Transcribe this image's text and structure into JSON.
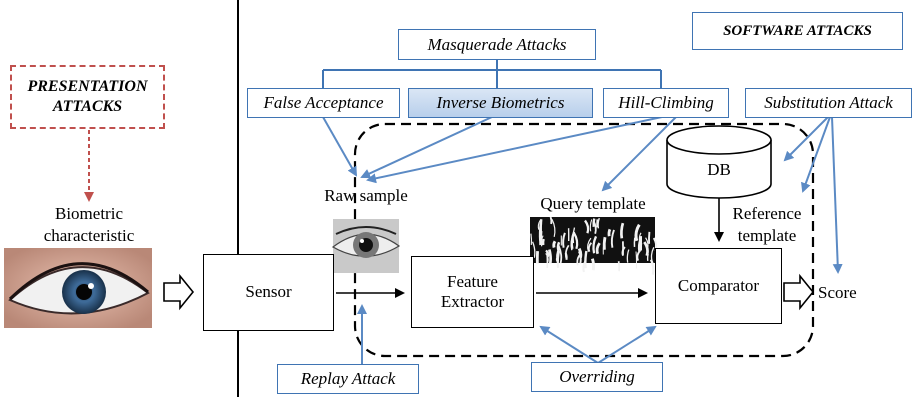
{
  "presentation_attacks": {
    "line1": "PRESENTATION",
    "line2": "ATTACKS",
    "color": "#c0504d"
  },
  "software_attacks": "SOFTWARE ATTACKS",
  "attacks": {
    "masquerade": "Masquerade Attacks",
    "false_acceptance": "False Acceptance",
    "inverse_biometrics": "Inverse Biometrics",
    "hill_climbing": "Hill-Climbing",
    "substitution": "Substitution Attack",
    "replay": "Replay Attack",
    "overriding": "Overriding"
  },
  "pipeline": {
    "biometric_line1": "Biometric",
    "biometric_line2": "characteristic",
    "sensor": "Sensor",
    "raw_sample": "Raw sample",
    "feature_line1": "Feature",
    "feature_line2": "Extractor",
    "query_template": "Query template",
    "db": "DB",
    "reference_line1": "Reference",
    "reference_line2": "template",
    "comparator": "Comparator",
    "score": "Score"
  },
  "colors": {
    "attack_border": "#3f74b3",
    "attack_arrow": "#5b8ac4",
    "highlight_fill": "#c6d9f1"
  }
}
